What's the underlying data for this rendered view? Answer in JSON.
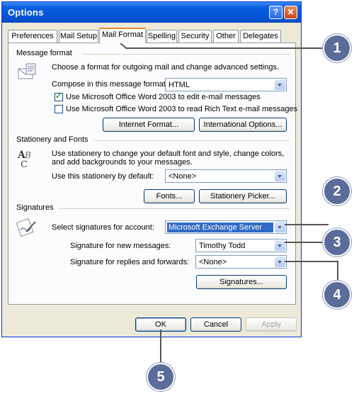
{
  "window": {
    "title": "Options",
    "help_glyph": "?",
    "close_glyph": "✕"
  },
  "tabs": [
    {
      "label": "Preferences"
    },
    {
      "label": "Mail Setup"
    },
    {
      "label": "Mail Format"
    },
    {
      "label": "Spelling"
    },
    {
      "label": "Security"
    },
    {
      "label": "Other"
    },
    {
      "label": "Delegates"
    }
  ],
  "message_format": {
    "section_label": "Message format",
    "description": "Choose a format for outgoing mail and change advanced settings.",
    "compose_label": "Compose in this message format:",
    "compose_value": "HTML",
    "checkbox_edit_label": "Use Microsoft Office Word 2003 to edit e-mail messages",
    "checkbox_edit_checked": true,
    "checkbox_read_label": "Use Microsoft Office Word 2003 to read Rich Text e-mail messages",
    "checkbox_read_checked": false,
    "internet_format_button": "Internet Format...",
    "international_options_button": "International Options..."
  },
  "stationery": {
    "section_label": "Stationery and Fonts",
    "description_line1": "Use stationery to change your default font and style, change colors,",
    "description_line2": "and add backgrounds to your messages.",
    "default_label": "Use this stationery by default:",
    "default_value": "<None>",
    "fonts_button": "Fonts...",
    "picker_button": "Stationery Picker..."
  },
  "signatures": {
    "section_label": "Signatures",
    "account_label": "Select signatures for account:",
    "account_value": "Microsoft Exchange Server",
    "new_label": "Signature for new messages:",
    "new_value": "Timothy Todd",
    "replies_label": "Signature for replies and forwards:",
    "replies_value": "<None>",
    "signatures_button": "Signatures..."
  },
  "footer": {
    "ok": "OK",
    "cancel": "Cancel",
    "apply": "Apply"
  },
  "callouts": {
    "c1": "1",
    "c2": "2",
    "c3": "3",
    "c4": "4",
    "c5": "5"
  },
  "colors": {
    "titlebar": "#0454d8",
    "dialog_bg": "#ece9d8",
    "callout": "#5b6b9a",
    "selection": "#316ac5"
  }
}
